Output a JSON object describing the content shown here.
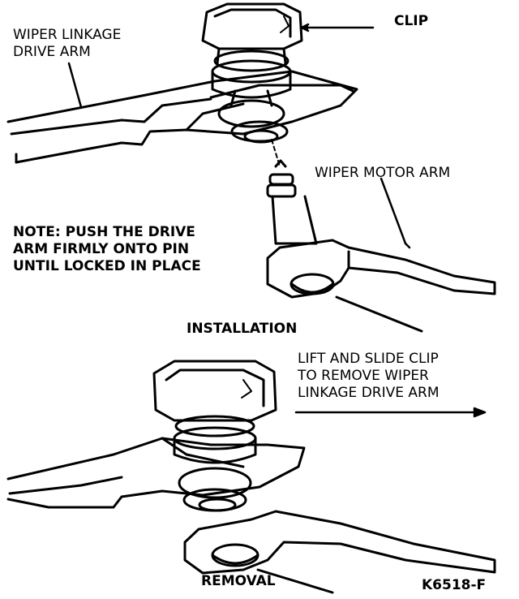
{
  "labels": {
    "clip": "CLIP",
    "wiper_linkage_drive_arm": [
      "WIPER LINKAGE",
      "DRIVE ARM"
    ],
    "wiper_motor_arm": "WIPER MOTOR ARM",
    "note": [
      "NOTE: PUSH THE DRIVE",
      "ARM FIRMLY ONTO PIN",
      "UNTIL LOCKED IN PLACE"
    ],
    "installation": "INSTALLATION",
    "lift_slide": [
      "LIFT AND SLIDE CLIP",
      "TO REMOVE WIPER",
      "LINKAGE DRIVE ARM"
    ],
    "removal": "REMOVAL",
    "figure_code": "K6518-F"
  }
}
